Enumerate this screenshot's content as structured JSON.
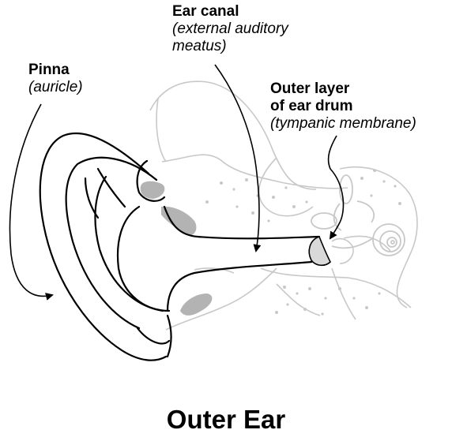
{
  "title": "Outer Ear",
  "labels": {
    "pinna": {
      "name": "Pinna",
      "detail": "(auricle)"
    },
    "ear_canal": {
      "name": "Ear canal",
      "detail_line1": "(external auditory",
      "detail_line2": "meatus)"
    },
    "ear_drum": {
      "name_line1": "Outer layer",
      "name_line2": "of ear drum",
      "detail": "(tympanic membrane)"
    }
  },
  "colors": {
    "outline": "#000000",
    "faded_structures": "#c8c8c8",
    "shading": "#b3b3b3",
    "eardrum_fill": "#d9d9d9"
  }
}
